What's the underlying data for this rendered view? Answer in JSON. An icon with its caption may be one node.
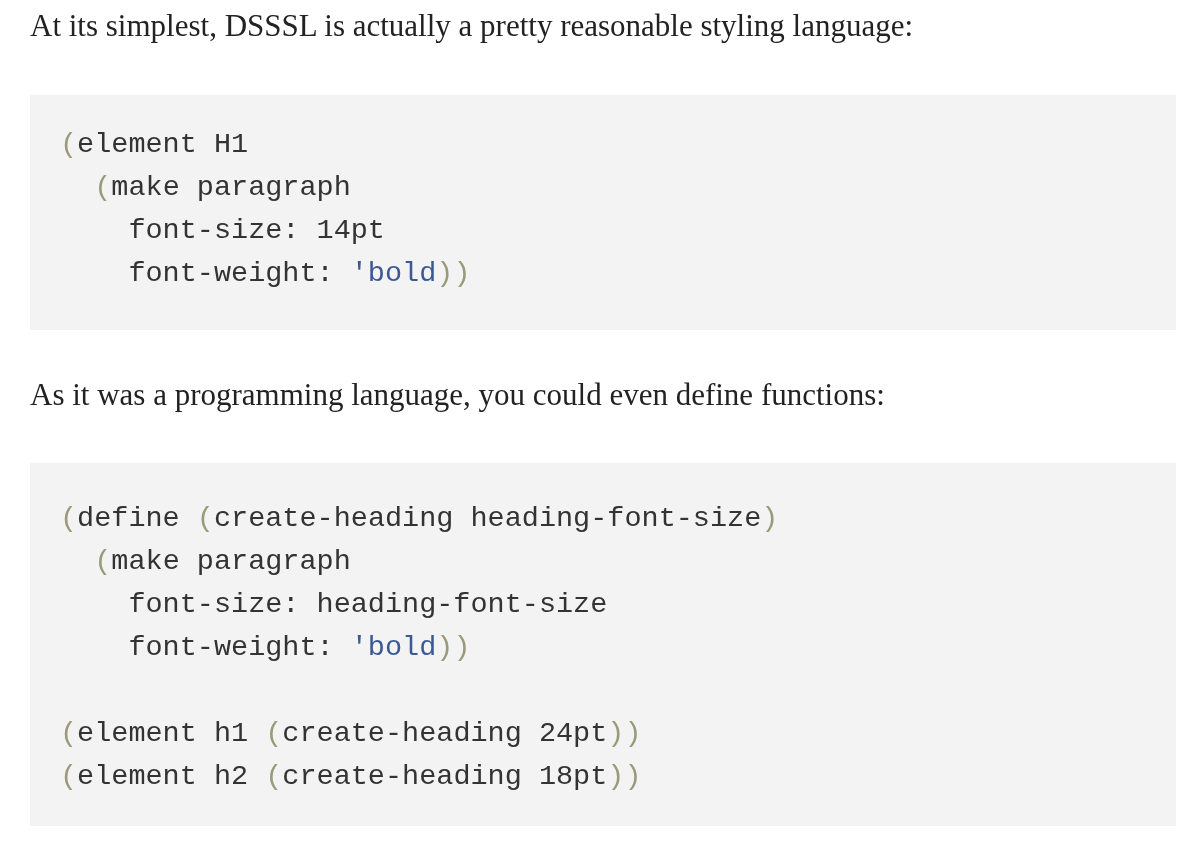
{
  "diagram": {
    "nodes": [
      {
        "text": [
          "(element H1",
          "  (make paragraph",
          "    font-size: 14pt",
          "    font-weight: 'bold))"
        ]
      },
      {
        "text": [
          "(define (create-heading heading-font-size)",
          "  (make paragraph",
          "    font-size: heading-font-size",
          "    font-weight: 'bold))",
          "(element h1 (create-heading 24pt))",
          "(element h2 (create-heading 18pt))"
        ]
      }
    ],
    "labels": [
      "At its simplest, DSSSL is actually a pretty reasonable styling language:",
      "As it was a programming language, you could even define functions:"
    ]
  }
}
